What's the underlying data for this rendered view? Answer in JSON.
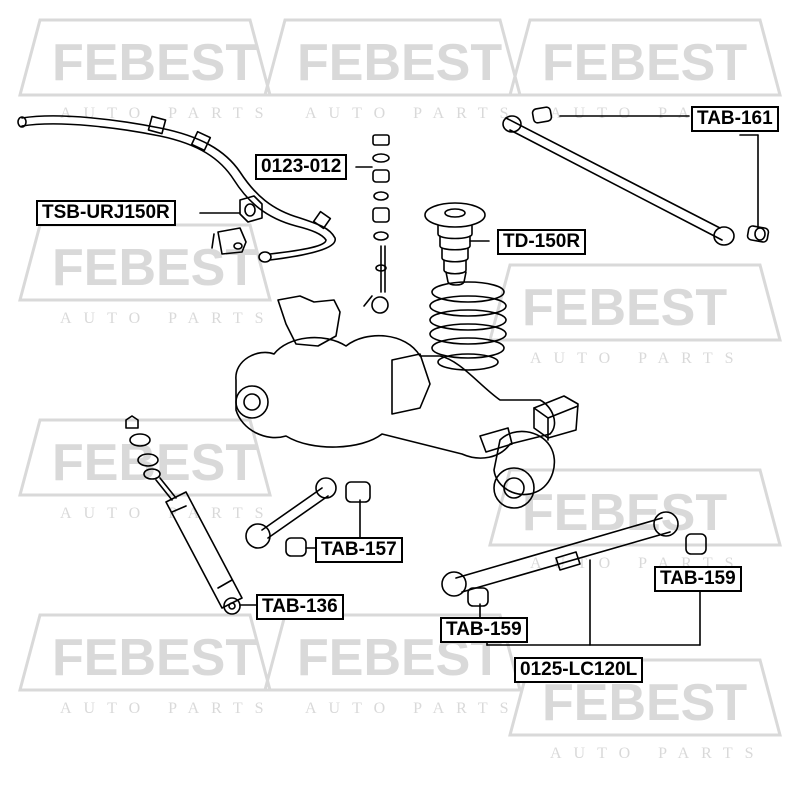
{
  "watermark": {
    "brand": "FEBEST",
    "tagline": "AUTO PARTS",
    "color": "#d6d6d6"
  },
  "labels": {
    "tsb_urj150r": "TSB-URJ150R",
    "p0123_012": "0123-012",
    "td_150r": "TD-150R",
    "tab_161": "TAB-161",
    "tab_157": "TAB-157",
    "tab_136": "TAB-136",
    "tab_159_right": "TAB-159",
    "tab_159_left": "TAB-159",
    "p0125_lc120l": "0125-LC120L"
  },
  "colors": {
    "line": "#000000",
    "background": "#ffffff"
  }
}
